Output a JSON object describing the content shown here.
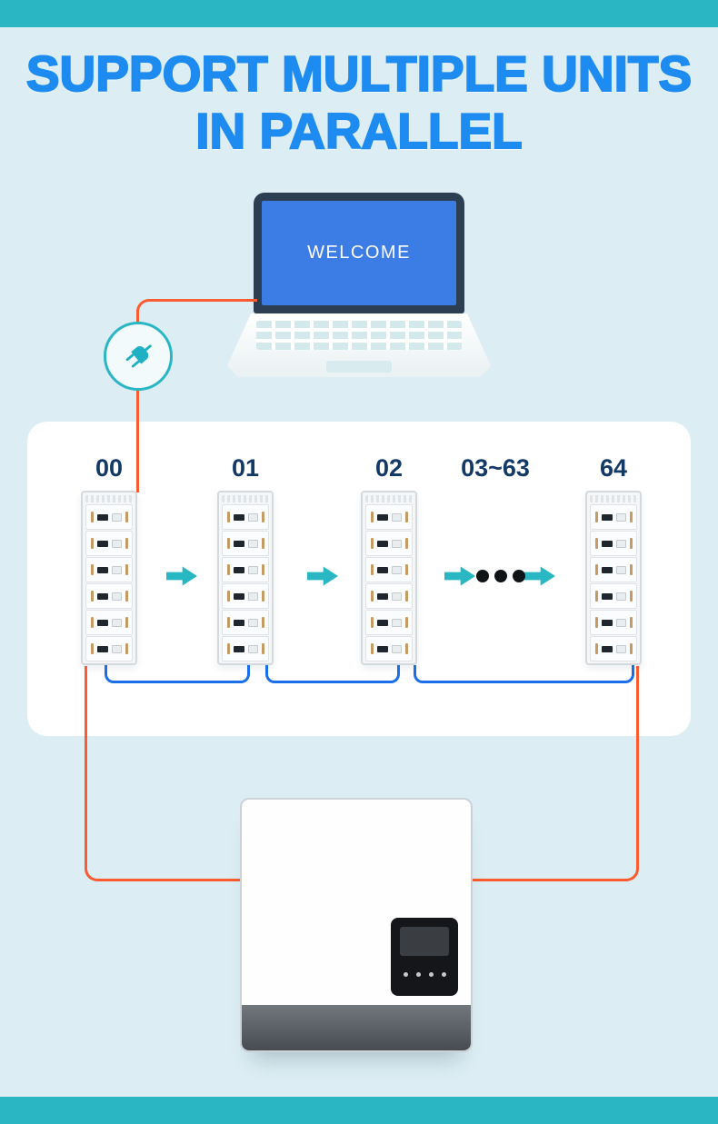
{
  "page": {
    "title_line1": "SUPPORT MULTIPLE UNITS",
    "title_line2": "IN PARALLEL"
  },
  "laptop": {
    "screen_text": "WELCOME"
  },
  "diagram": {
    "unit_labels": [
      "00",
      "01",
      "02",
      "03~63",
      "64"
    ],
    "modules_per_unit": 6
  },
  "colors": {
    "accent-teal": "#2ab6c3",
    "title-blue": "#1d8bf0",
    "wire-orange": "#fb5b30",
    "link-blue": "#1a6fe8",
    "arrow-cyan": "#29b7c4",
    "screen-blue": "#3c7ce5",
    "label-navy": "#133a66"
  }
}
